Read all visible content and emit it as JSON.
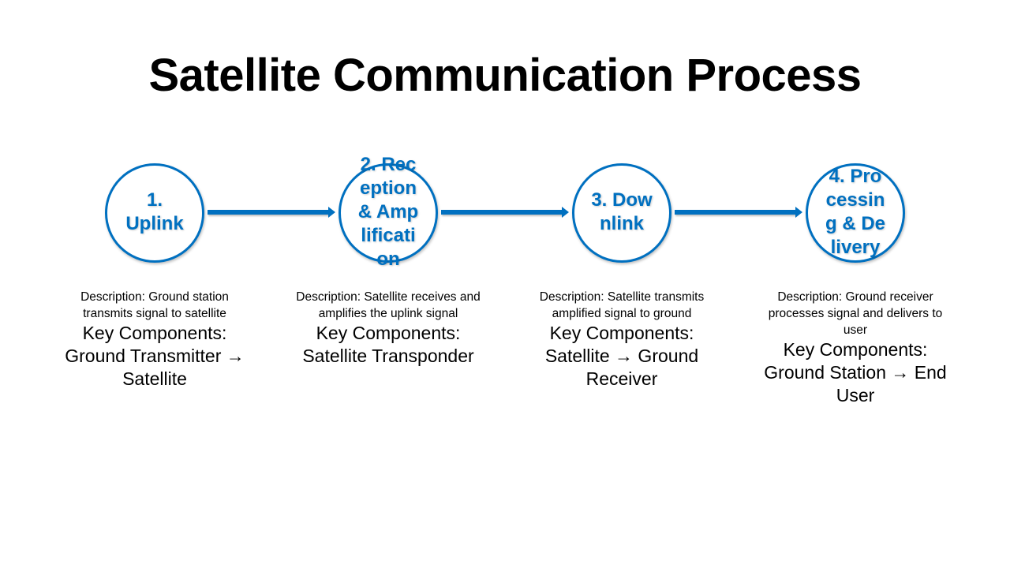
{
  "title": "Satellite Communication Process",
  "accent_color": "#0070C0",
  "steps": [
    {
      "label": "1. Uplink",
      "description": "Description: Ground station transmits signal to satellite",
      "key_components": "Key Components: Ground Transmitter → Satellite"
    },
    {
      "label": "2. Reception & Amplification",
      "description": "Description: Satellite receives and amplifies the uplink signal",
      "key_components": "Key Components: Satellite Transponder"
    },
    {
      "label": "3. Downlink",
      "description": "Description: Satellite transmits amplified signal to ground",
      "key_components": "Key Components: Satellite → Ground Receiver"
    },
    {
      "label": "4. Processing & Delivery",
      "description": "Description: Ground receiver processes signal and delivers to user",
      "key_components": "Key Components: Ground Station → End User"
    }
  ]
}
